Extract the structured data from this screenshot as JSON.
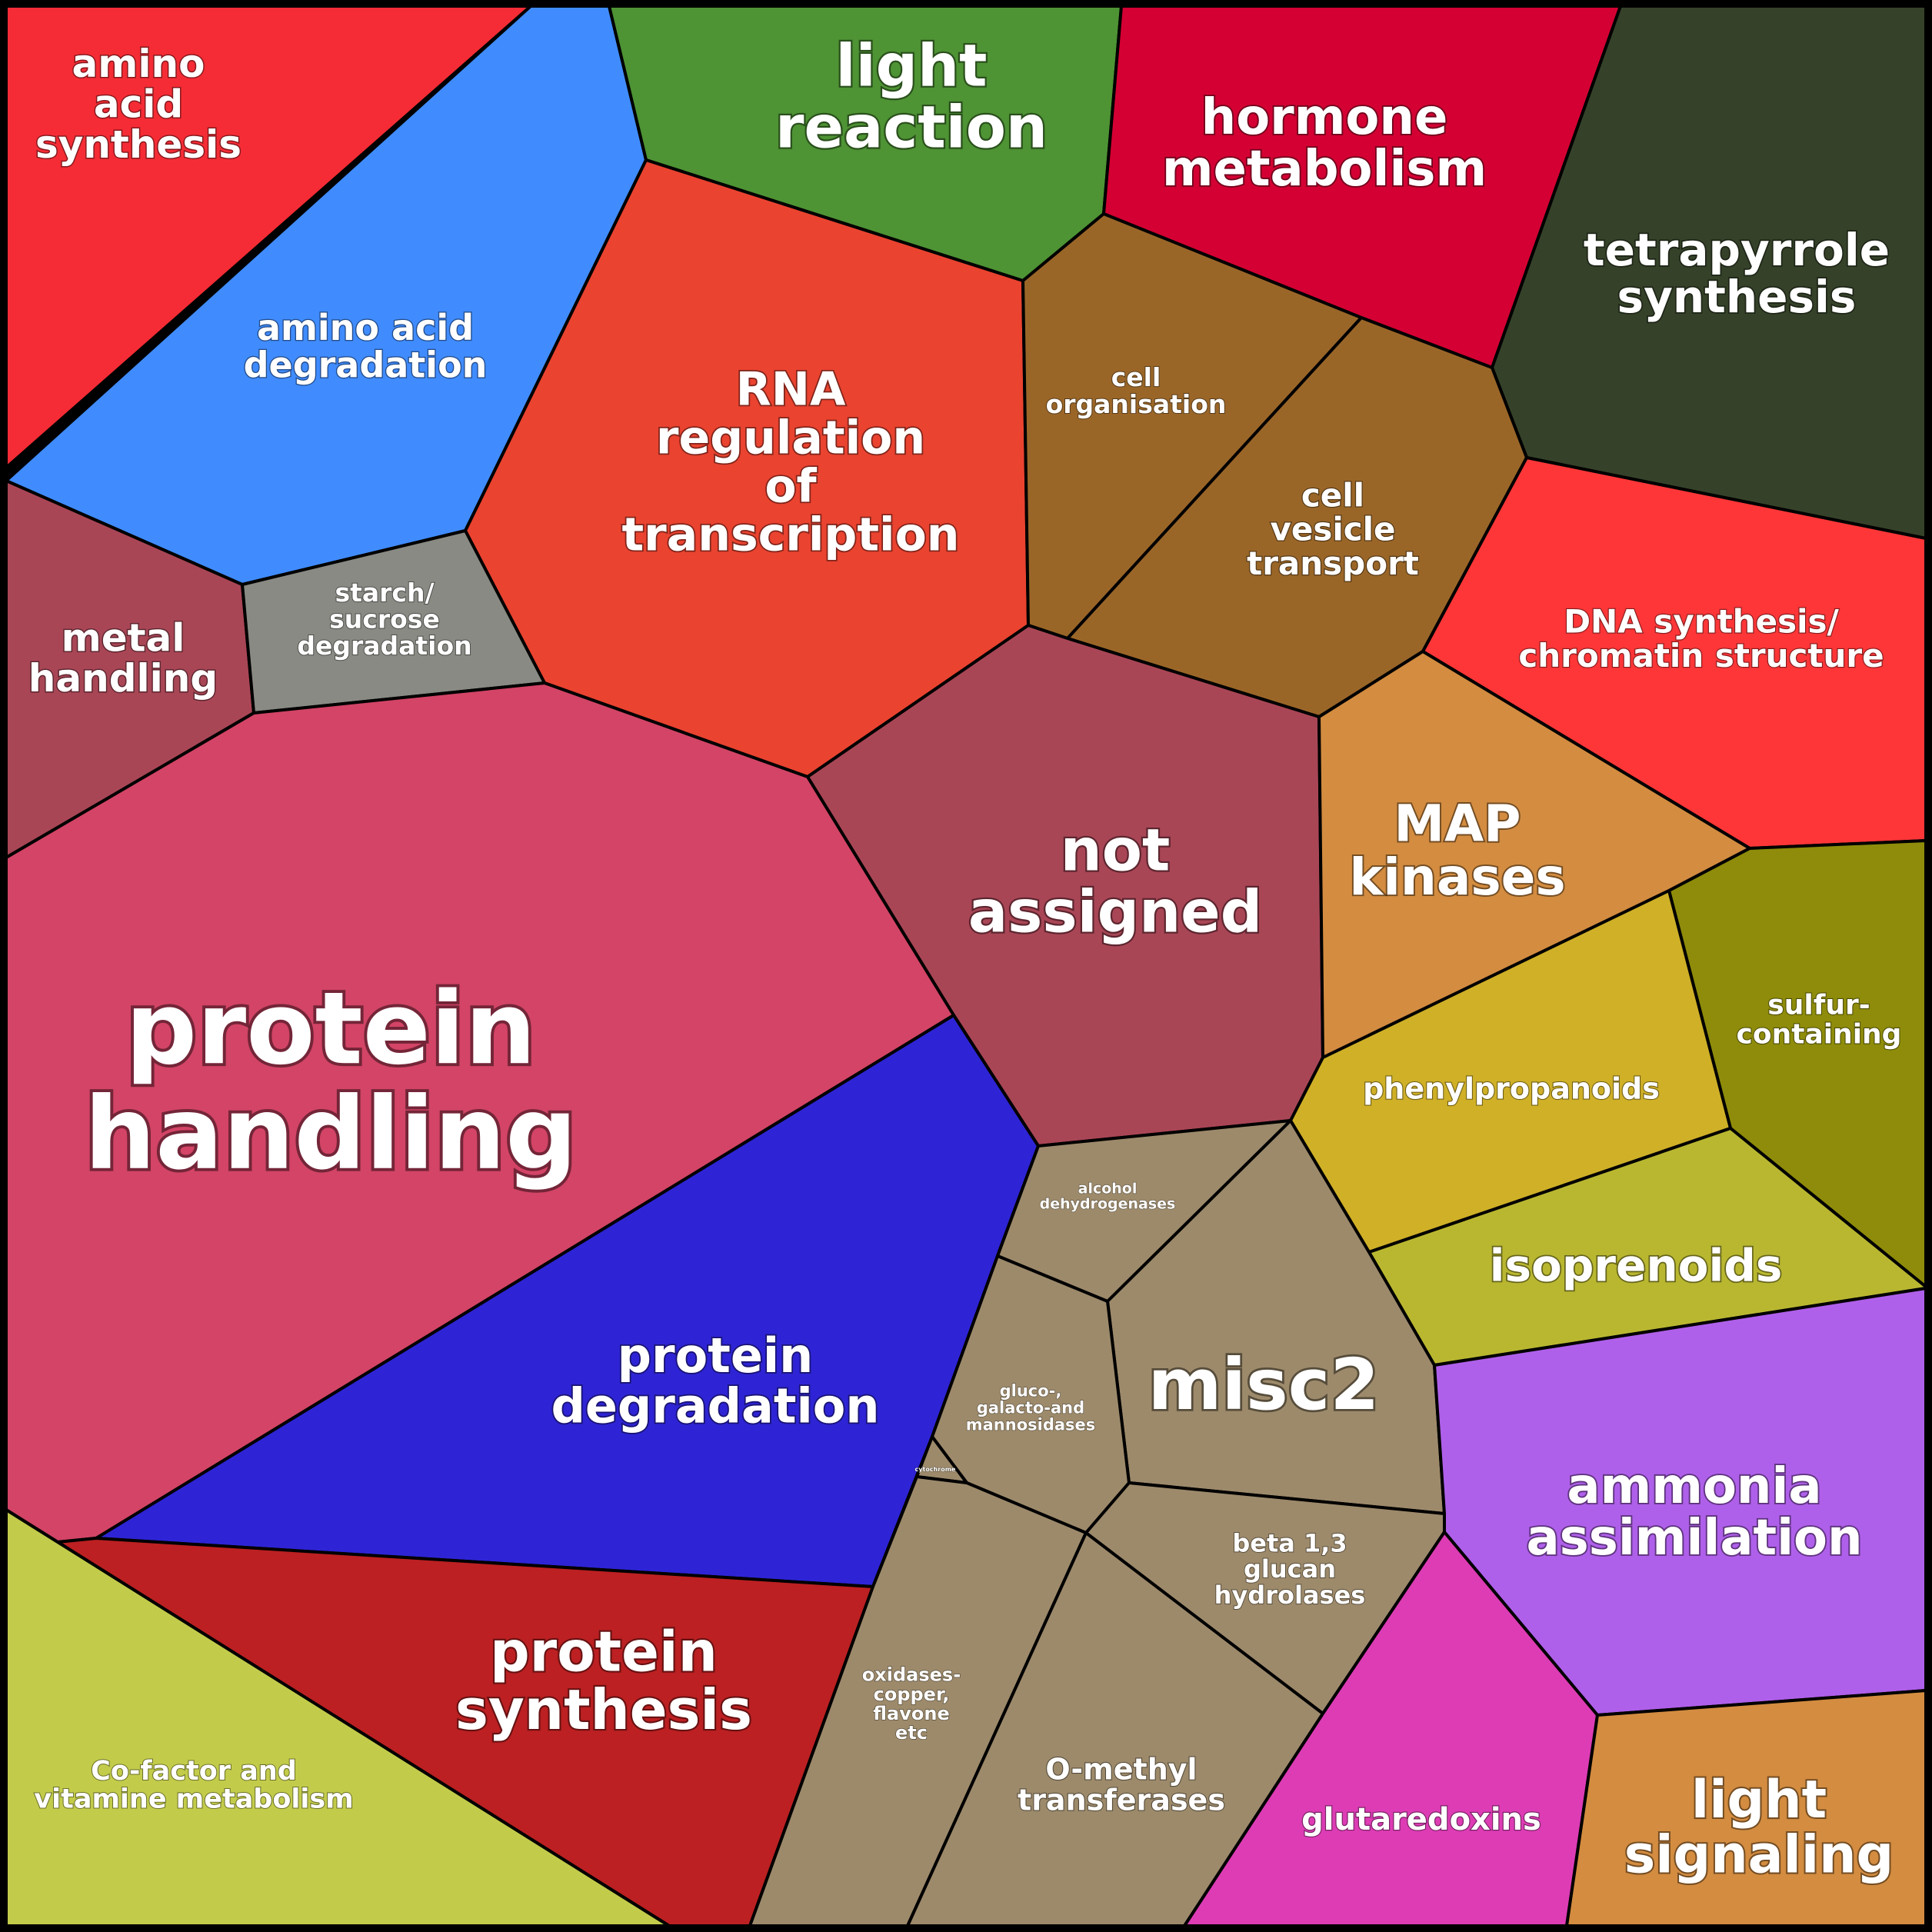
{
  "cells": [
    {
      "id": "amino-acid-synthesis",
      "label": [
        "amino",
        "acid",
        "synthesis"
      ],
      "color": "#f52c35"
    },
    {
      "id": "amino-acid-degradation",
      "label": [
        "amino acid",
        "degradation"
      ],
      "color": "#408cff"
    },
    {
      "id": "light-reaction",
      "label": [
        "light",
        "reaction"
      ],
      "color": "#4e9334"
    },
    {
      "id": "hormone-metabolism",
      "label": [
        "hormone",
        "metabolism"
      ],
      "color": "#d40033"
    },
    {
      "id": "tetrapyrrole-synthesis",
      "label": [
        "tetrapyrrole",
        "synthesis"
      ],
      "color": "#354229"
    },
    {
      "id": "rna-regulation",
      "label": [
        "RNA",
        "regulation",
        "of",
        "transcription"
      ],
      "color": "#ea4330"
    },
    {
      "id": "cell-organisation",
      "label": [
        "cell",
        "organisation"
      ],
      "color": "#9a6628"
    },
    {
      "id": "cell-vesicle-transport",
      "label": [
        "cell",
        "vesicle",
        "transport"
      ],
      "color": "#9a6628"
    },
    {
      "id": "metal-handling",
      "label": [
        "metal",
        "handling"
      ],
      "color": "#a94656"
    },
    {
      "id": "starch-sucrose-degradation",
      "label": [
        "starch/",
        "sucrose",
        "degradation"
      ],
      "color": "#888a83"
    },
    {
      "id": "dna-synthesis",
      "label": [
        "DNA synthesis/",
        "chromatin structure"
      ],
      "color": "#ff3638"
    },
    {
      "id": "not-assigned",
      "label": [
        "not",
        "assigned"
      ],
      "color": "#a94656"
    },
    {
      "id": "map-kinases",
      "label": [
        "MAP",
        "kinases"
      ],
      "color": "#d38c40"
    },
    {
      "id": "protein-handling",
      "label": [
        "protein",
        "handling"
      ],
      "color": "#d34466"
    },
    {
      "id": "sulfur-containing",
      "label": [
        "sulfur-",
        "containing"
      ],
      "color": "#8e8c0a"
    },
    {
      "id": "phenylpropanoids",
      "label": [
        "phenylpropanoids"
      ],
      "color": "#cfb027"
    },
    {
      "id": "isoprenoids",
      "label": [
        "isoprenoids"
      ],
      "color": "#b9b730"
    },
    {
      "id": "protein-degradation",
      "label": [
        "protein",
        "degradation"
      ],
      "color": "#2e24d5"
    },
    {
      "id": "alcohol-dehydrogenases",
      "label": [
        "alcohol",
        "dehydrogenases"
      ],
      "color": "#9d8a6b"
    },
    {
      "id": "misc2",
      "label": [
        "misc2"
      ],
      "color": "#9d8a6b"
    },
    {
      "id": "glucosidases",
      "label": [
        "gluco-,",
        "galacto-and",
        "mannosidases"
      ],
      "color": "#9d8a6b"
    },
    {
      "id": "small-misc",
      "label": [
        "cytochrome"
      ],
      "color": "#9d8a6b"
    },
    {
      "id": "ammonia-assimilation",
      "label": [
        "ammonia",
        "assimilation"
      ],
      "color": "#af60ea"
    },
    {
      "id": "beta-glucan-hydrolases",
      "label": [
        "beta 1,3",
        "glucan",
        "hydrolases"
      ],
      "color": "#9d8a6b"
    },
    {
      "id": "protein-synthesis",
      "label": [
        "protein",
        "synthesis"
      ],
      "color": "#bc2022"
    },
    {
      "id": "oxidases",
      "label": [
        "oxidases-",
        "copper,",
        "flavone",
        "etc"
      ],
      "color": "#9d8a6b"
    },
    {
      "id": "o-methyl-transferases",
      "label": [
        "O-methyl",
        "transferases"
      ],
      "color": "#9d8a6b"
    },
    {
      "id": "glutaredoxins",
      "label": [
        "glutaredoxins"
      ],
      "color": "#dd3cb5"
    },
    {
      "id": "cofactor-vitamine",
      "label": [
        "Co-factor and",
        "vitamine metabolism"
      ],
      "color": "#c3cc4a"
    },
    {
      "id": "light-signaling",
      "label": [
        "light",
        "signaling"
      ],
      "color": "#d38c40"
    }
  ]
}
